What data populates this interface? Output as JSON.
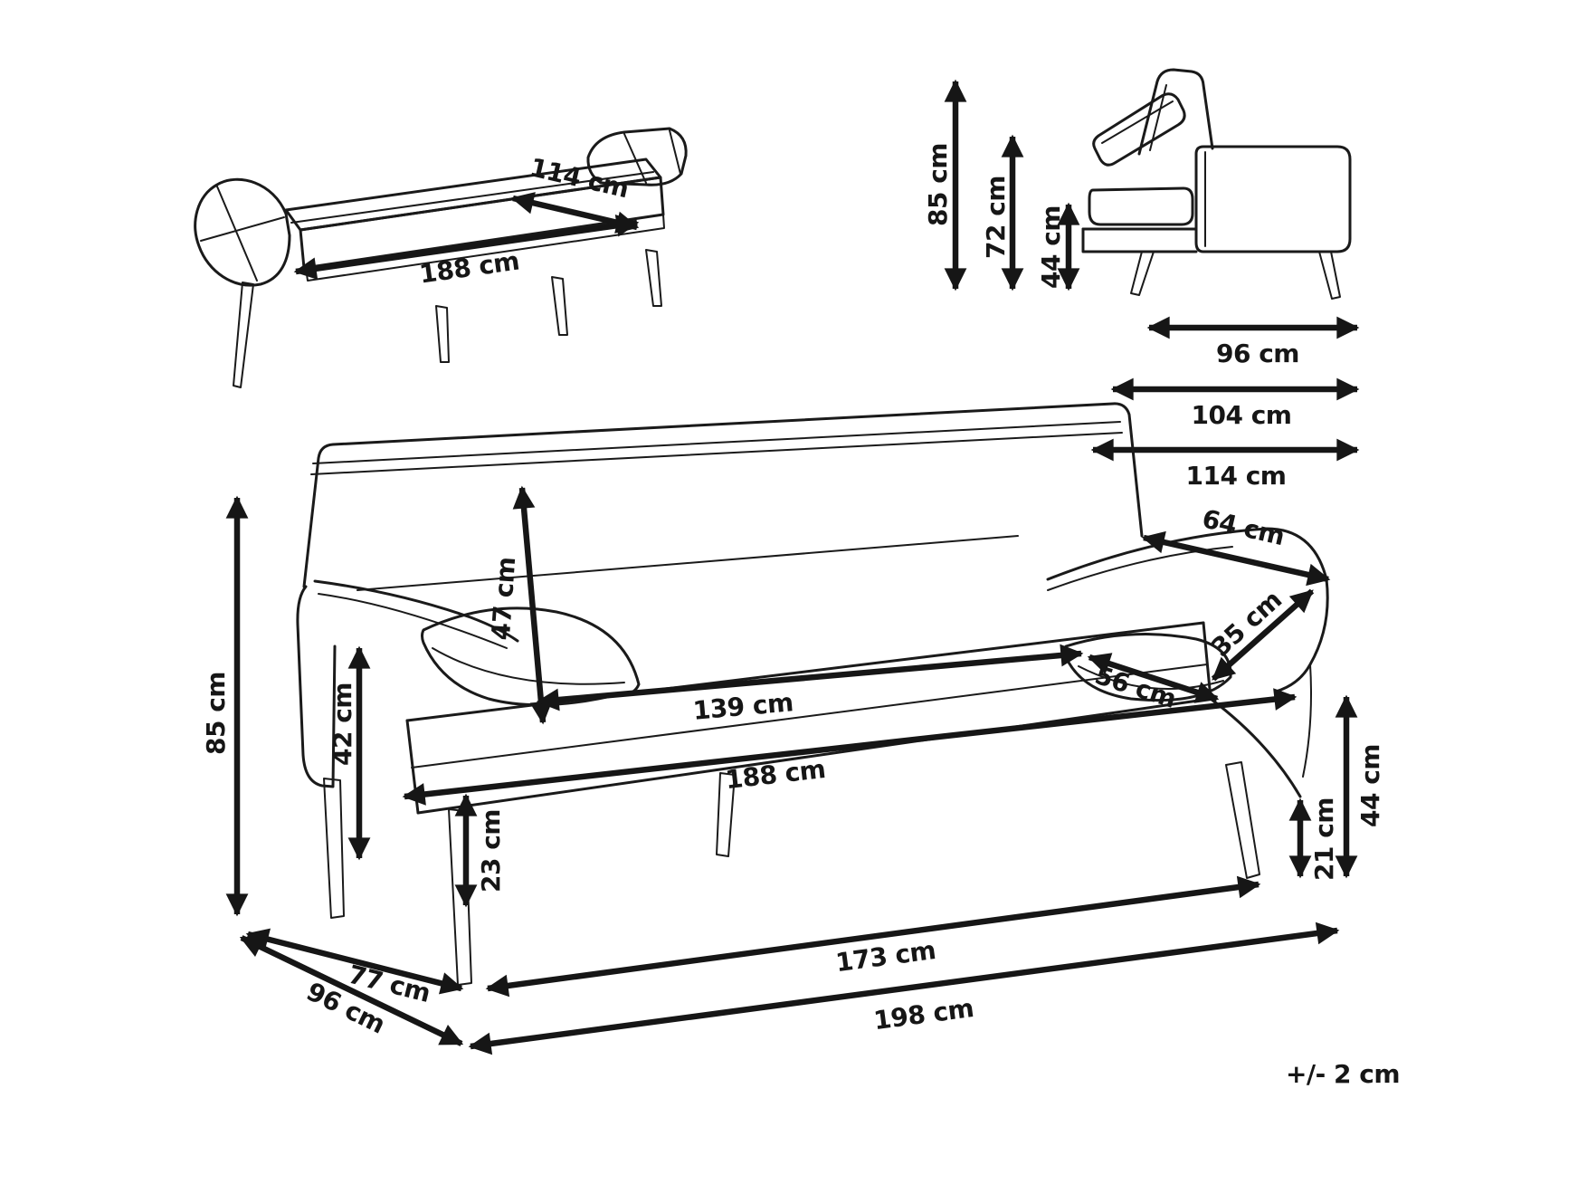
{
  "page": {
    "description": "Sofa bed dimension diagram with three line-drawing views and measurement arrows"
  },
  "bed_view": {
    "width_label": "114 cm",
    "length_label": "188 cm"
  },
  "side_view": {
    "height_total": "85 cm",
    "height_folded": "72 cm",
    "height_seat": "44 cm",
    "depth_legs": "96 cm",
    "depth_body": "104 cm",
    "depth_total": "114 cm"
  },
  "front_view": {
    "height_total": "85 cm",
    "armrest_height": "42 cm",
    "backrest_height": "47 cm",
    "seat_width": "139 cm",
    "armrest_diag": "56 cm",
    "armrest_top": "64 cm",
    "armrest_side": "35 cm",
    "width_total": "188 cm",
    "frame_height": "23 cm",
    "clearance": "21 cm",
    "seat_height": "44 cm",
    "depth_legs": "77 cm",
    "depth_total": "96 cm",
    "width_legs": "173 cm",
    "width_floor": "198 cm"
  },
  "footer": {
    "tolerance": "+/- 2 cm"
  }
}
